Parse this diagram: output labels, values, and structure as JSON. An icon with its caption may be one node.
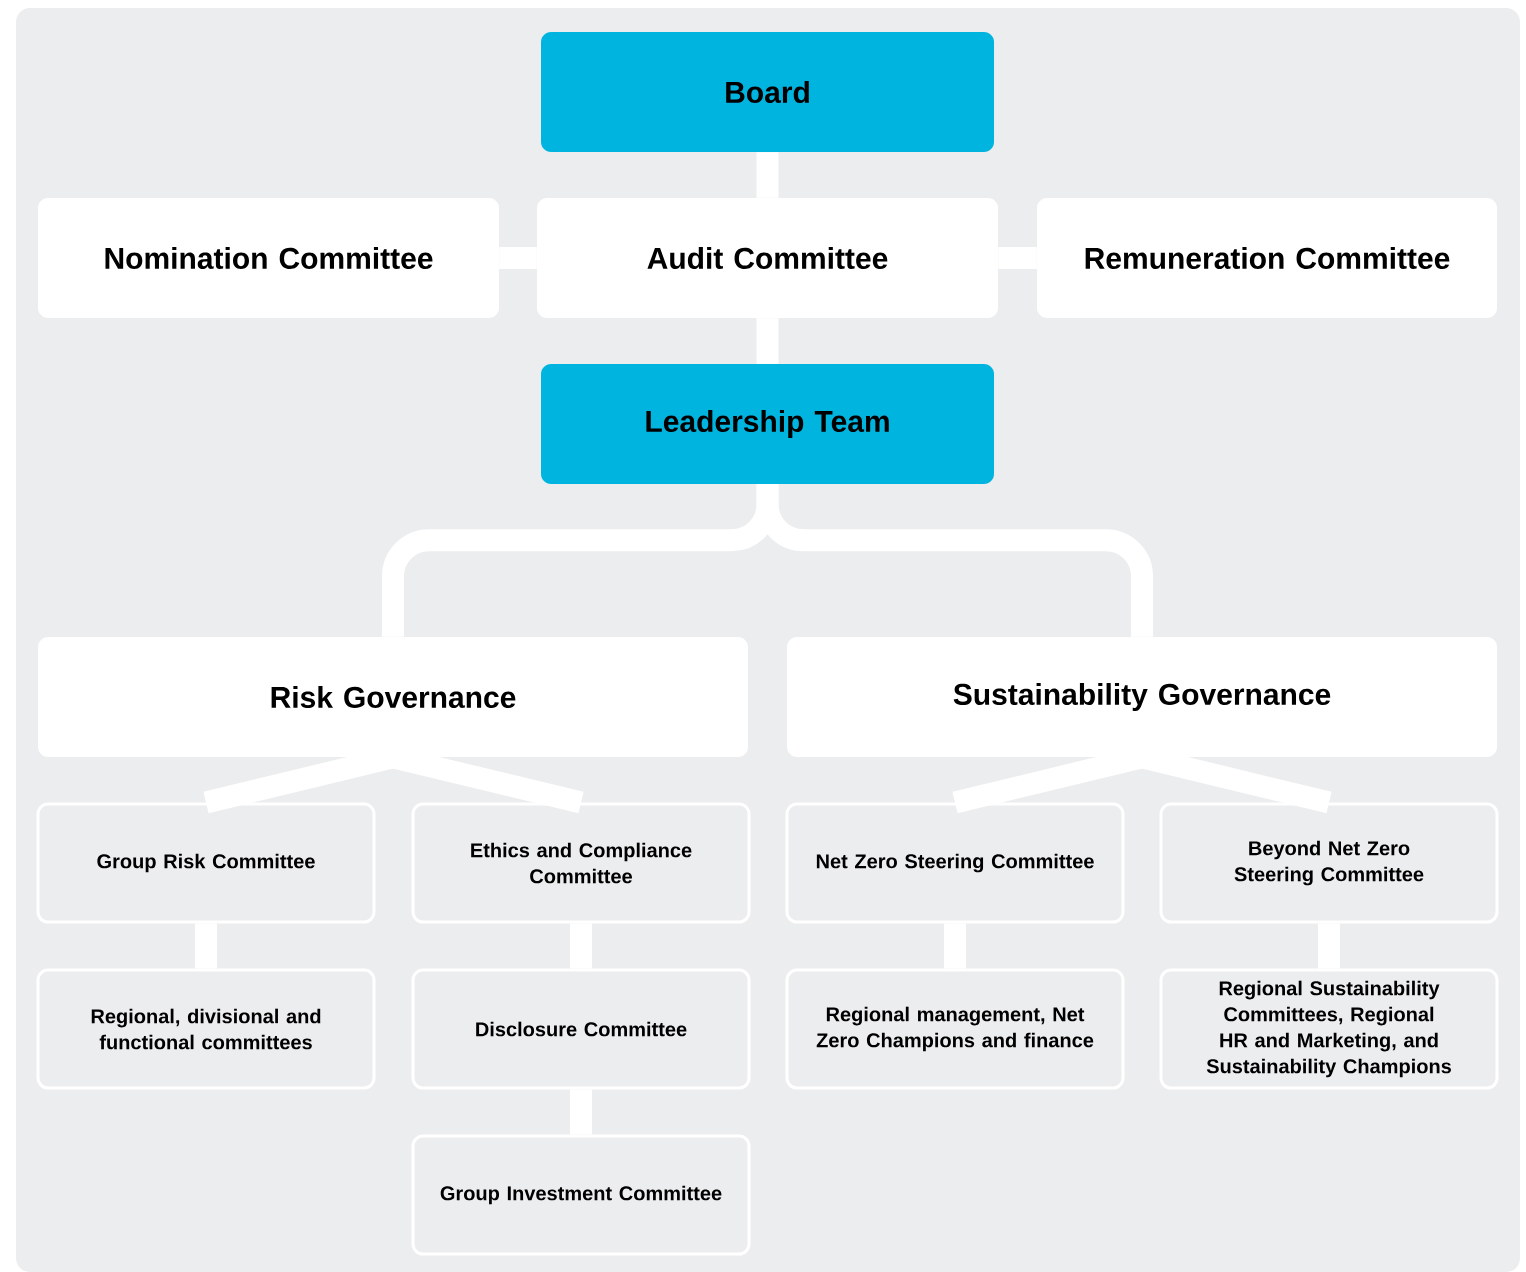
{
  "diagram": {
    "nodes": [
      {
        "text": [
          "Board"
        ]
      },
      {
        "text": [
          "Nomination Committee"
        ]
      },
      {
        "text": [
          "Audit Committee"
        ]
      },
      {
        "text": [
          "Remuneration Committee"
        ]
      },
      {
        "text": [
          "Leadership Team"
        ]
      },
      {
        "text": [
          "Risk Governance"
        ]
      },
      {
        "text": [
          "Sustainability Governance"
        ]
      },
      {
        "text": [
          "Group Risk Committee"
        ]
      },
      {
        "text": [
          "Ethics and Compliance Committee"
        ]
      },
      {
        "text": [
          "Net Zero Steering Committee"
        ]
      },
      {
        "text": [
          "Beyond Net Zero Steering Committee"
        ]
      },
      {
        "text": [
          "Regional, divisional and functional committees"
        ]
      },
      {
        "text": [
          "Disclosure Committee"
        ]
      },
      {
        "text": [
          "Regional management, Net Zero Champions and finance"
        ]
      },
      {
        "text": [
          "Regional Sustainability Committees, Regional HR and Marketing, and Sustainability Champions"
        ]
      },
      {
        "text": [
          "Group Investment Committee"
        ]
      }
    ],
    "edges": [
      {
        "from": 0,
        "to": 2,
        "arrow": "none"
      },
      {
        "from": 1,
        "to": 2,
        "arrow": "none"
      },
      {
        "from": 2,
        "to": 3,
        "arrow": "none"
      },
      {
        "from": 2,
        "to": 4,
        "arrow": "none"
      },
      {
        "from": 4,
        "to": 5,
        "arrow": "none"
      },
      {
        "from": 4,
        "to": 6,
        "arrow": "none"
      },
      {
        "from": 5,
        "to": 7,
        "arrow": "none"
      },
      {
        "from": 5,
        "to": 8,
        "arrow": "none"
      },
      {
        "from": 6,
        "to": 9,
        "arrow": "none"
      },
      {
        "from": 6,
        "to": 10,
        "arrow": "none"
      },
      {
        "from": 7,
        "to": 11,
        "arrow": "none"
      },
      {
        "from": 8,
        "to": 12,
        "arrow": "none"
      },
      {
        "from": 9,
        "to": 13,
        "arrow": "none"
      },
      {
        "from": 10,
        "to": 14,
        "arrow": "none"
      },
      {
        "from": 12,
        "to": 15,
        "arrow": "none"
      }
    ]
  }
}
